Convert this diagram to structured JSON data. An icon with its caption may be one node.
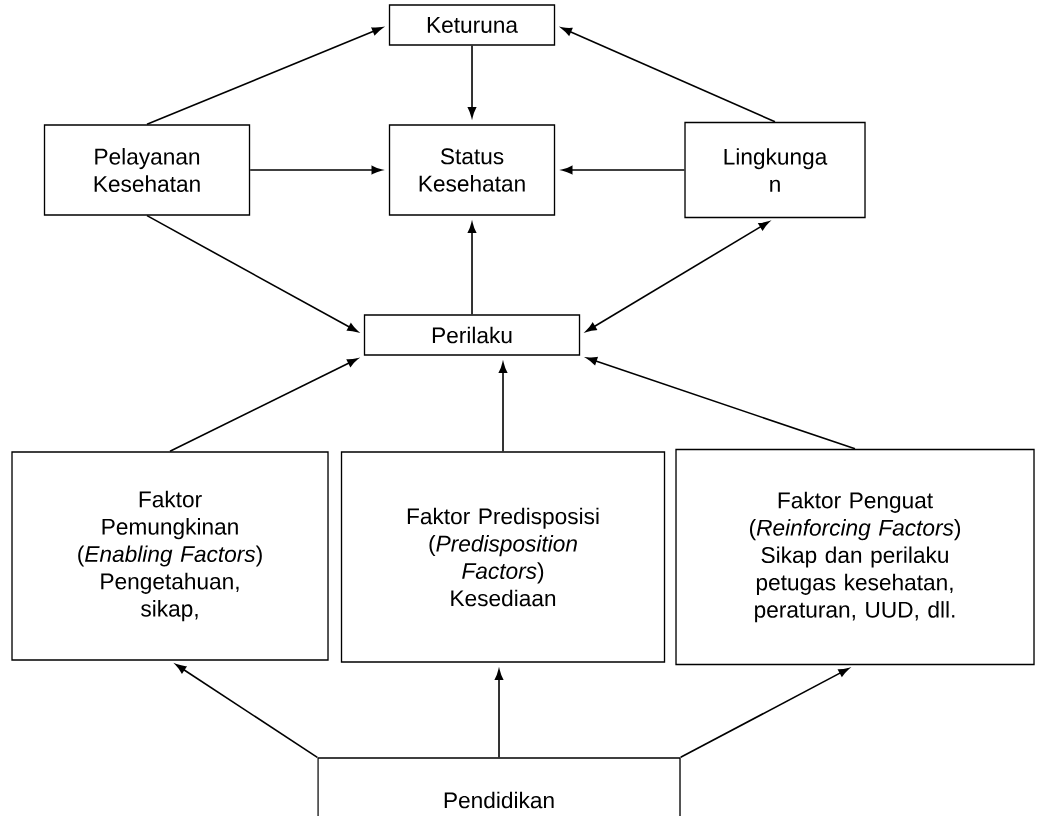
{
  "diagram": {
    "nodes": [
      {
        "text": [
          "Keturuna"
        ]
      },
      {
        "text": [
          "Pelayanan Kesehatan"
        ]
      },
      {
        "text": [
          "Status Kesehatan"
        ]
      },
      {
        "text": [
          "Lingkunga n"
        ]
      },
      {
        "text": [
          "Perilaku"
        ]
      },
      {
        "text": [
          "Faktor Pemungkinan",
          "(*Enabling Factors*)",
          "Pengetahuan, sikap,"
        ]
      },
      {
        "text": [
          "Faktor Predisposisi",
          "(*Predisposition Factors*)",
          "Kesediaan"
        ]
      },
      {
        "text": [
          "Faktor Penguat",
          "(*Reinforcing Factors*)",
          "Sikap dan perilaku petugas kesehatan, peraturan, UUD, dll."
        ]
      },
      {
        "text": [
          "Pendidikan"
        ]
      }
    ],
    "edges": [
      {
        "from": 1,
        "to": 0,
        "arrow": "to"
      },
      {
        "from": 3,
        "to": 0,
        "arrow": "to"
      },
      {
        "from": 0,
        "to": 2,
        "arrow": "to"
      },
      {
        "from": 1,
        "to": 2,
        "arrow": "to"
      },
      {
        "from": 3,
        "to": 2,
        "arrow": "to"
      },
      {
        "from": 1,
        "to": 4,
        "arrow": "to"
      },
      {
        "from": 4,
        "to": 3,
        "arrow": "both"
      },
      {
        "from": 4,
        "to": 2,
        "arrow": "to"
      },
      {
        "from": 5,
        "to": 4,
        "arrow": "to"
      },
      {
        "from": 6,
        "to": 4,
        "arrow": "to"
      },
      {
        "from": 7,
        "to": 4,
        "arrow": "to"
      },
      {
        "from": 8,
        "to": 5,
        "arrow": "to"
      },
      {
        "from": 8,
        "to": 6,
        "arrow": "to"
      },
      {
        "from": 8,
        "to": 7,
        "arrow": "to"
      }
    ]
  }
}
